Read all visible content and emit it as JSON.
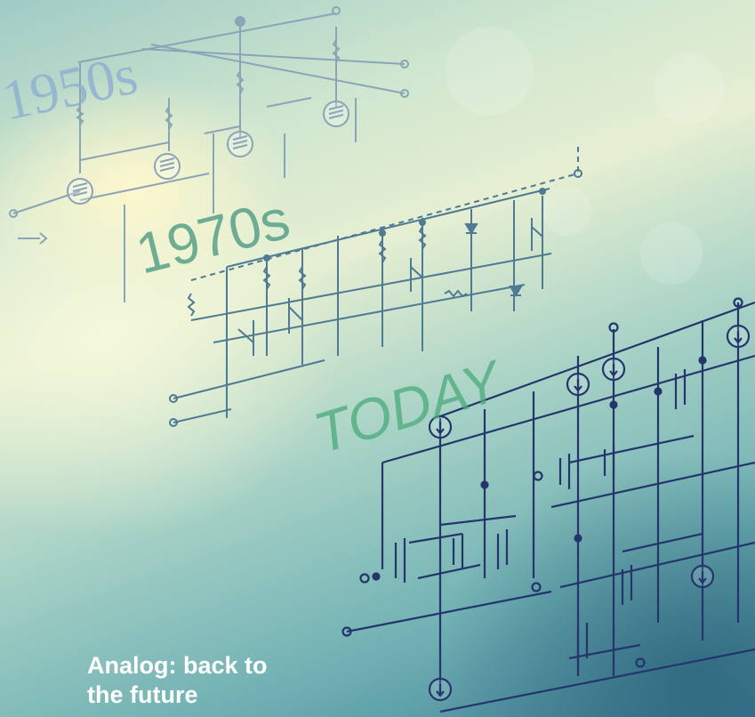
{
  "decades": {
    "first": "1950s",
    "second": "1970s",
    "third": "TODAY"
  },
  "headline": "Analog: back to the future",
  "colors": {
    "circuit_1950s": "#8aa4b8",
    "circuit_1970s": "#4f7a94",
    "circuit_today": "#24356b",
    "text_1950s": "#8fb0d0",
    "text_1970s": "#4f9a84",
    "text_today": "#4aa97a",
    "headline": "#ffffff"
  },
  "icons": [
    "vacuum-tube-icon",
    "resistor-icon",
    "transistor-icon",
    "diode-icon",
    "current-source-icon",
    "ground-icon"
  ]
}
